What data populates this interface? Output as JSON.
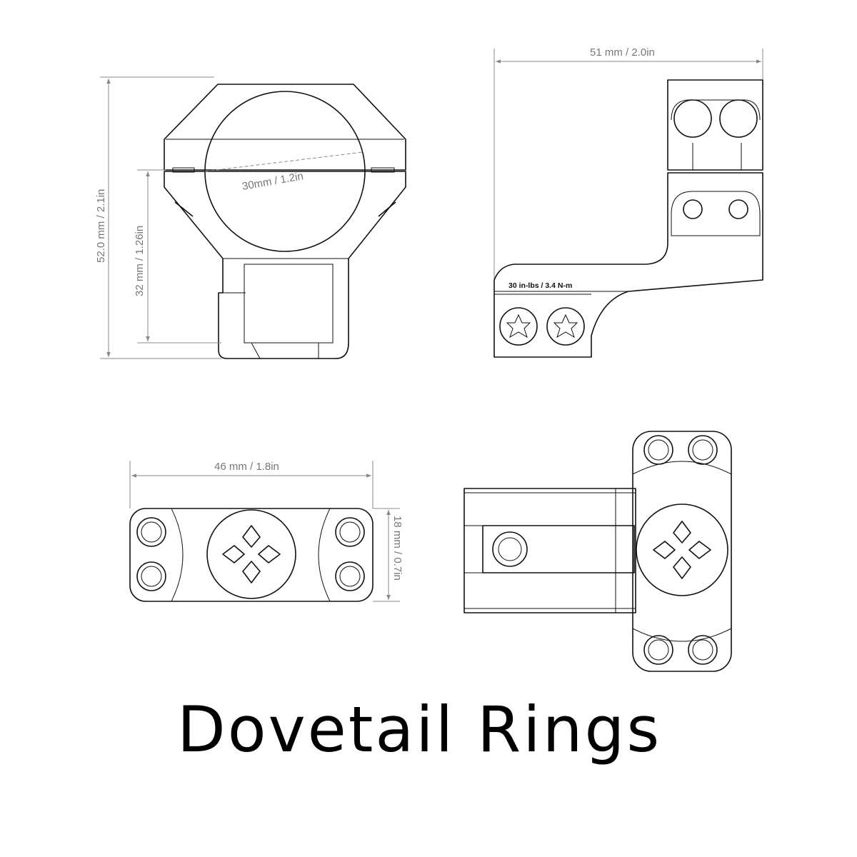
{
  "title": "Dovetail Rings",
  "dimensions": {
    "overall_height": "52.0 mm / 2.1in",
    "center_height": "32 mm / 1.26in",
    "tube_diameter": "30mm / 1.2in",
    "overall_length": "51 mm / 2.0in",
    "cap_width": "46 mm / 1.8in",
    "cap_depth": "18 mm / 0.7in"
  },
  "torque_spec": "30 in-lbs / 3.4 N-m"
}
